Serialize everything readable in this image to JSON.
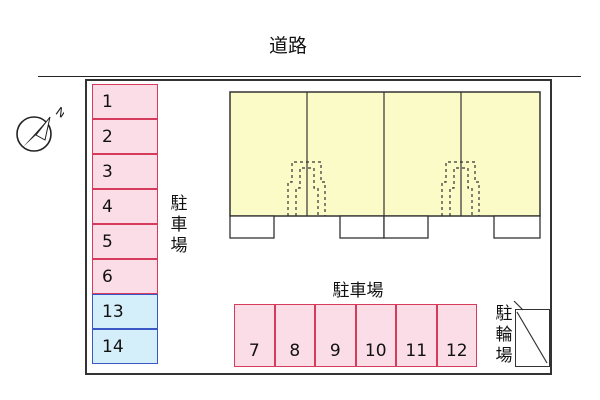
{
  "road": {
    "label": "道路"
  },
  "compass": {
    "north_label": "N"
  },
  "parking": {
    "label_vertical": [
      "駐",
      "車",
      "場"
    ],
    "label_horizontal": "駐車場",
    "left_column": [
      {
        "number": "1",
        "color": "pink"
      },
      {
        "number": "2",
        "color": "pink"
      },
      {
        "number": "3",
        "color": "pink"
      },
      {
        "number": "4",
        "color": "pink"
      },
      {
        "number": "5",
        "color": "pink"
      },
      {
        "number": "6",
        "color": "pink"
      },
      {
        "number": "13",
        "color": "blue"
      },
      {
        "number": "14",
        "color": "blue"
      }
    ],
    "bottom_row": [
      {
        "number": "7"
      },
      {
        "number": "8"
      },
      {
        "number": "9"
      },
      {
        "number": "10"
      },
      {
        "number": "11"
      },
      {
        "number": "12"
      }
    ]
  },
  "bike_parking": {
    "label_vertical": [
      "駐",
      "輪",
      "場"
    ]
  },
  "colors": {
    "stall_pink_fill": "#fadde6",
    "stall_pink_border": "#d63b5b",
    "stall_blue_fill": "#d4eefa",
    "stall_blue_border": "#3b57c6",
    "building_fill": "#fbfbc8"
  }
}
